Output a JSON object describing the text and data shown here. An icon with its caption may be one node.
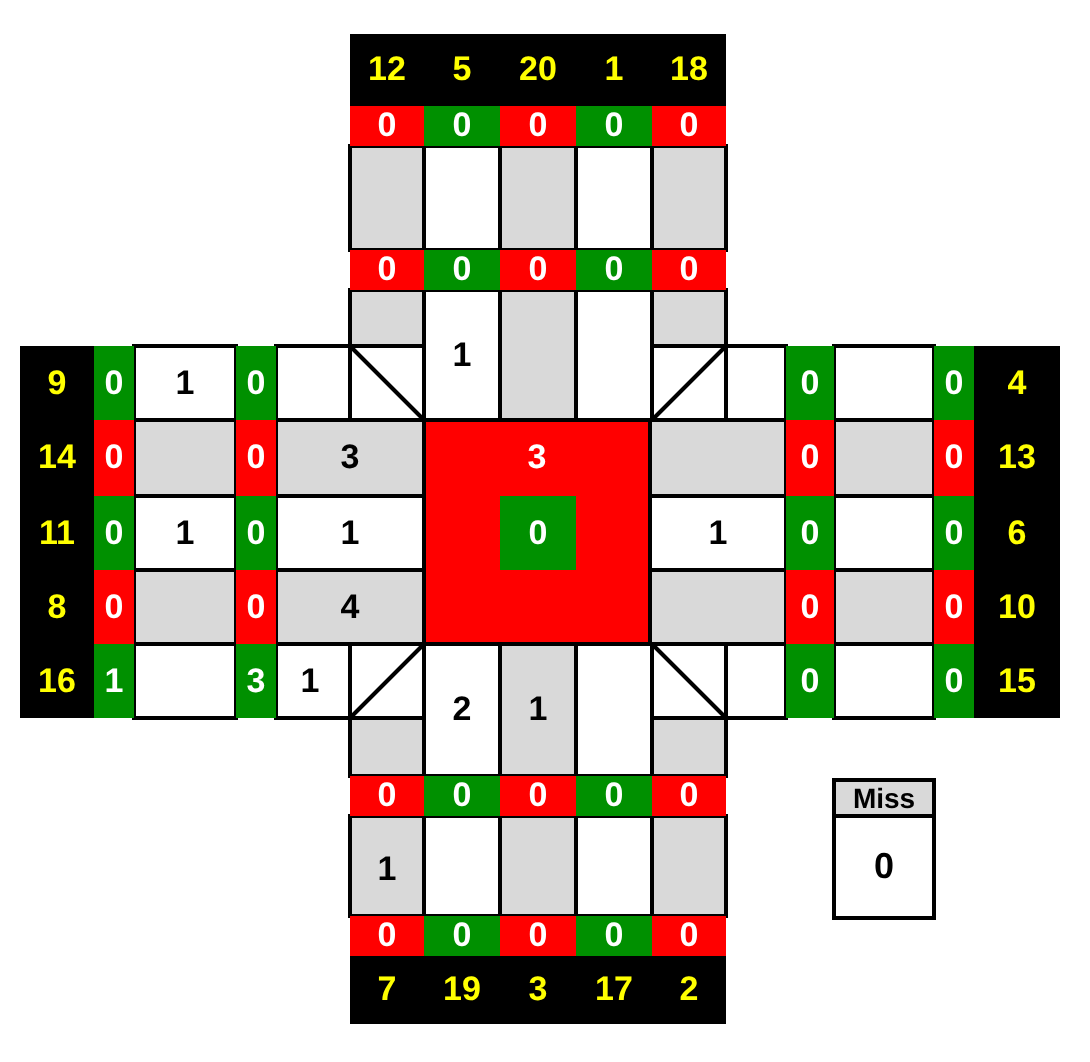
{
  "diagram": {
    "nodes": [
      {
        "text": [
          "Miss",
          "0"
        ]
      }
    ],
    "labels": [
      "12",
      "5",
      "20",
      "1",
      "18",
      "0",
      "0",
      "0",
      "0",
      "0",
      "0",
      "0",
      "0",
      "0",
      "0",
      "1",
      "9",
      "0",
      "1",
      "0",
      "0",
      "0",
      "4",
      "14",
      "0",
      "0",
      "3",
      "3",
      "0",
      "0",
      "13",
      "11",
      "0",
      "1",
      "0",
      "1",
      "0",
      "1",
      "0",
      "0",
      "6",
      "8",
      "0",
      "0",
      "4",
      "0",
      "0",
      "10",
      "16",
      "1",
      "3",
      "1",
      "0",
      "0",
      "15",
      "2",
      "1",
      "0",
      "0",
      "0",
      "0",
      "0",
      "1",
      "0",
      "0",
      "0",
      "0",
      "0",
      "7",
      "19",
      "3",
      "17",
      "2"
    ]
  }
}
